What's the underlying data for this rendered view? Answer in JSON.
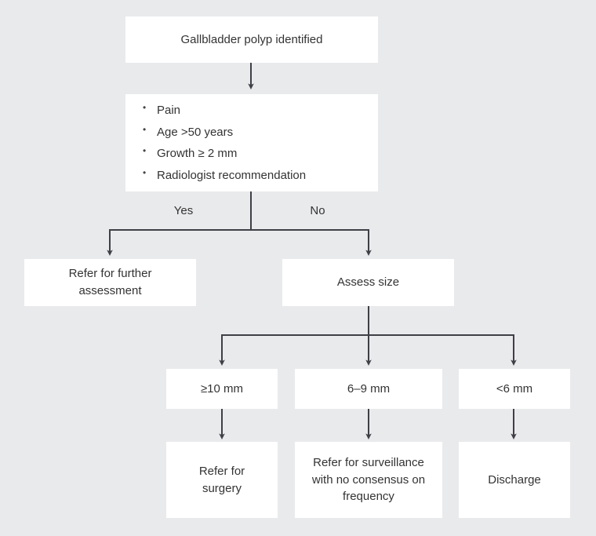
{
  "diagram": {
    "title": "Gallbladder polyp management flowchart",
    "background_color": "#e9eaec",
    "node_fill": "#ffffff",
    "connector_color": "#3f3f46",
    "text_color": "#333333"
  },
  "nodes": {
    "start": {
      "label": "Gallbladder polyp identified"
    },
    "criteria": {
      "items": [
        "Pain",
        "Age >50 years",
        "Growth ≥ 2 mm",
        "Radiologist recommendation"
      ]
    },
    "refer_assessment": {
      "label": "Refer for further\nassessment"
    },
    "assess_size": {
      "label": "Assess size"
    },
    "size_large": {
      "label": "≥10 mm"
    },
    "size_medium": {
      "label": "6–9 mm"
    },
    "size_small": {
      "label": "<6 mm"
    },
    "outcome_surgery": {
      "label": "Refer for\nsurgery"
    },
    "outcome_surveillance": {
      "label": "Refer for surveillance\nwith no consensus on\nfrequency"
    },
    "outcome_discharge": {
      "label": "Discharge"
    }
  },
  "branch_labels": {
    "yes": "Yes",
    "no": "No"
  }
}
